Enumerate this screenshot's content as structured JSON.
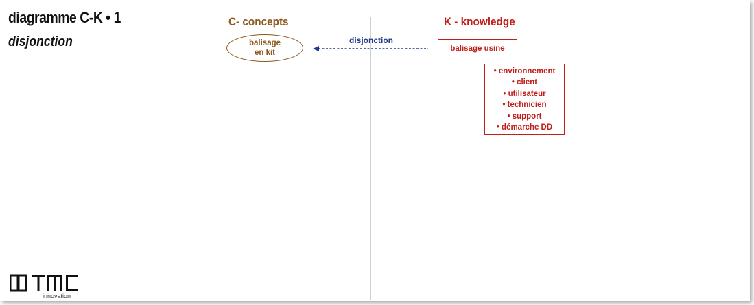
{
  "title": "diagramme C-K • 1",
  "subtitle": "disjonction",
  "c_header": "C- concepts",
  "k_header": "K - knowledge",
  "concept": {
    "line1": "balisage",
    "line2": "en kit"
  },
  "arrow_label": "disjonction",
  "knowledge_box": "balisage usine",
  "knowledge_items": [
    "• environnement",
    "• client",
    "• utilisateur",
    "• technicien",
    "• support",
    "• démarche DD"
  ],
  "logo": {
    "text": "TMC",
    "subtitle": "innovation"
  },
  "colors": {
    "concept": "#8b5a1e",
    "knowledge": "#c0201b",
    "arrow": "#1f3a8c",
    "divider": "#cfcfcf"
  }
}
